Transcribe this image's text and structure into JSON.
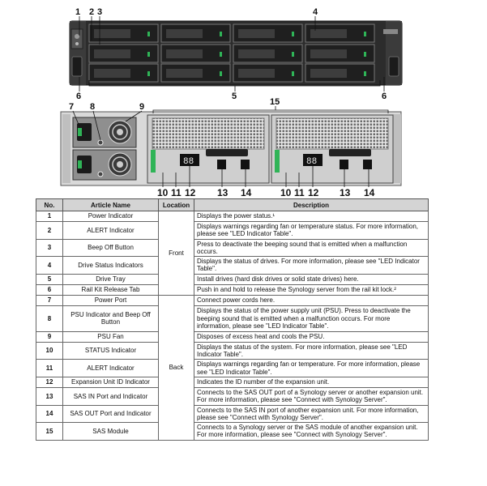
{
  "front_callouts": [
    "1",
    "2",
    "3",
    "4",
    "5",
    "6",
    "6"
  ],
  "rear_callouts": [
    "7",
    "8",
    "9",
    "15",
    "10",
    "11",
    "12",
    "13",
    "14",
    "10",
    "11",
    "12",
    "13",
    "14"
  ],
  "table": {
    "headers": [
      "No.",
      "Article Name",
      "Location",
      "Description"
    ],
    "rows": [
      {
        "no": "1",
        "name": "Power Indicator",
        "desc": "Displays the power status.¹"
      },
      {
        "no": "2",
        "name": "ALERT Indicator",
        "desc": "Displays warnings regarding fan or temperature status. For more information, please see \"LED Indicator Table\"."
      },
      {
        "no": "3",
        "name": "Beep Off Button",
        "desc": "Press to deactivate the beeping sound that is emitted when a malfunction occurs."
      },
      {
        "no": "4",
        "name": "Drive Status Indicators",
        "desc": "Displays the status of drives. For more information, please see \"LED Indicator Table\"."
      },
      {
        "no": "5",
        "name": "Drive Tray",
        "desc": "Install drives (hard disk drives or solid state drives) here."
      },
      {
        "no": "6",
        "name": "Rail Kit Release Tab",
        "desc": "Push in and hold to release the Synology server from the rail kit lock.²"
      },
      {
        "no": "7",
        "name": "Power Port",
        "desc": "Connect power cords here."
      },
      {
        "no": "8",
        "name": "PSU Indicator and Beep Off Button",
        "desc": "Displays the status of the power supply unit (PSU). Press to deactivate the beeping sound that is emitted when a malfunction occurs. For more information, please see \"LED Indicator Table\"."
      },
      {
        "no": "9",
        "name": "PSU Fan",
        "desc": "Disposes of excess heat and cools the PSU."
      },
      {
        "no": "10",
        "name": "STATUS Indicator",
        "desc": "Displays the status of the system. For more information, please see \"LED Indicator Table\"."
      },
      {
        "no": "11",
        "name": "ALERT Indicator",
        "desc": "Displays warnings regarding fan or temperature. For more information, please see \"LED Indicator Table\"."
      },
      {
        "no": "12",
        "name": "Expansion Unit ID Indicator",
        "desc": "Indicates the ID number of the expansion unit."
      },
      {
        "no": "13",
        "name": "SAS IN Port and Indicator",
        "desc": "Connects to the SAS OUT port of a Synology server or another expansion unit. For more information, please see \"Connect with Synology Server\"."
      },
      {
        "no": "14",
        "name": "SAS OUT Port and Indicator",
        "desc": "Connects to the SAS IN port of another expansion unit. For more information, please see \"Connect with Synology Server\"."
      },
      {
        "no": "15",
        "name": "SAS Module",
        "desc": "Connects to a Synology server or the SAS module of another expansion unit. For more information, please see \"Connect with Synology Server\"."
      }
    ],
    "location_front": "Front",
    "location_back": "Back"
  },
  "colors": {
    "accent_green": "#2fb457",
    "header_bg": "#d4d4d4",
    "chassis": "#3a3a3a"
  }
}
